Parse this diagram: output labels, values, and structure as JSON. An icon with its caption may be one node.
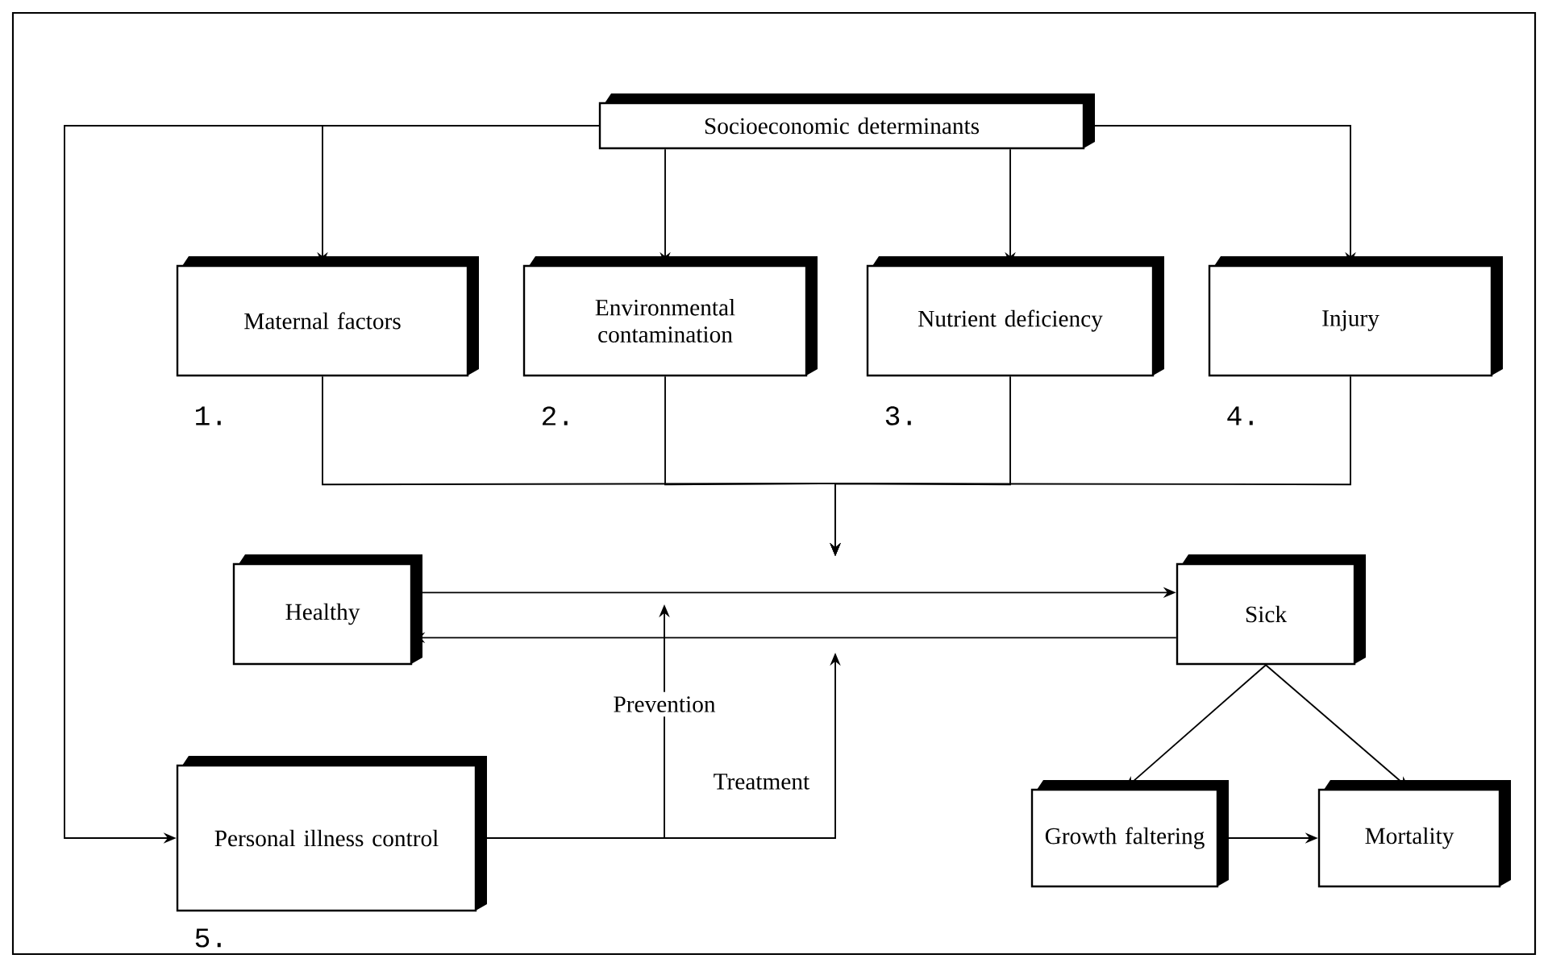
{
  "diagram": {
    "nodes": [
      {
        "text": [
          "Socioeconomic determinants"
        ]
      },
      {
        "text": [
          "Maternal factors"
        ],
        "beside": [
          "1."
        ]
      },
      {
        "text": [
          "Environmental contamination"
        ],
        "beside": [
          "2."
        ]
      },
      {
        "text": [
          "Nutrient deficiency"
        ],
        "beside": [
          "3."
        ]
      },
      {
        "text": [
          "Injury"
        ],
        "beside": [
          "4."
        ]
      },
      {
        "text": [
          "Healthy"
        ]
      },
      {
        "text": [
          "Sick"
        ]
      },
      {
        "text": [
          "Personal illness control"
        ],
        "beside": [
          "5."
        ]
      },
      {
        "text": [
          "Growth faltering"
        ]
      },
      {
        "text": [
          "Mortality"
        ]
      }
    ],
    "edges": [
      {
        "from": 0,
        "to": 1,
        "arrow": "to"
      },
      {
        "from": 0,
        "to": 2,
        "arrow": "to"
      },
      {
        "from": 0,
        "to": 3,
        "arrow": "to"
      },
      {
        "from": 0,
        "to": 4,
        "arrow": "to"
      },
      {
        "from": 0,
        "to": 7,
        "arrow": "to"
      },
      {
        "from": 1,
        "to": null,
        "arrow": "to"
      },
      {
        "from": 2,
        "to": null,
        "arrow": "to"
      },
      {
        "from": 3,
        "to": null,
        "arrow": "to"
      },
      {
        "from": 4,
        "to": null,
        "arrow": "to"
      },
      {
        "from": 5,
        "to": 6,
        "arrow": "to"
      },
      {
        "from": 6,
        "to": 5,
        "arrow": "to"
      },
      {
        "from": 7,
        "to": null,
        "arrow": "to",
        "label": "Prevention"
      },
      {
        "from": 7,
        "to": null,
        "arrow": "to",
        "label": "Treatment"
      },
      {
        "from": 6,
        "to": 8,
        "arrow": "to"
      },
      {
        "from": 6,
        "to": 9,
        "arrow": "to"
      },
      {
        "from": 8,
        "to": 9,
        "arrow": "to"
      }
    ]
  }
}
